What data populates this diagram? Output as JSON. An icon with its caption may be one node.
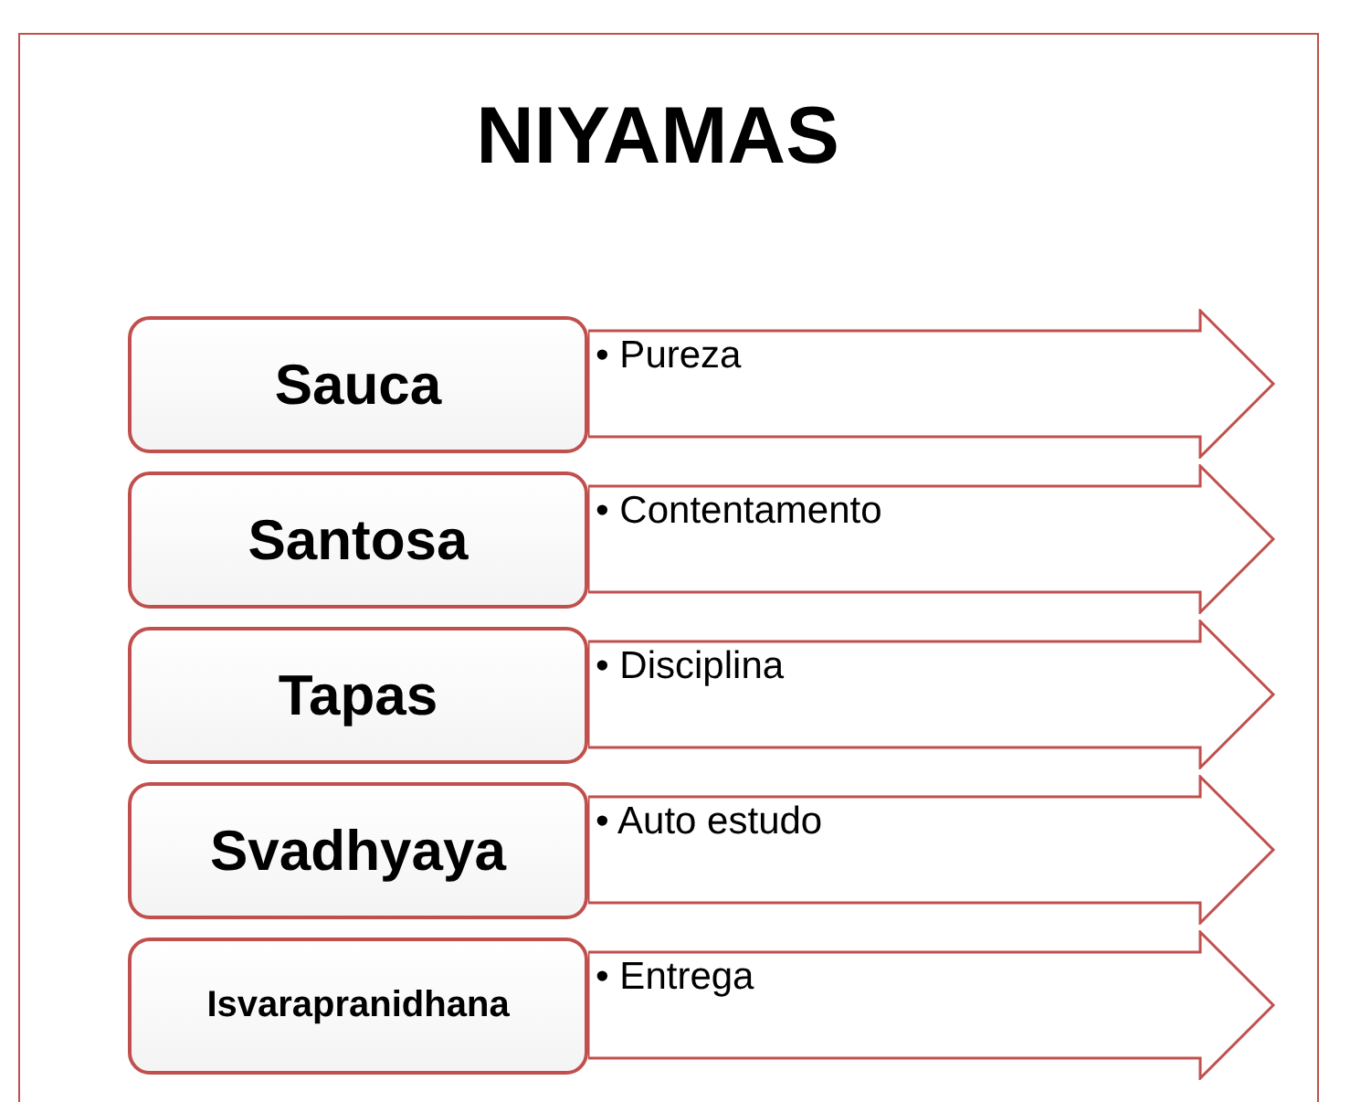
{
  "diagram": {
    "title": "NIYAMAS",
    "nodes": [
      {
        "text": [
          "Sauca"
        ]
      },
      {
        "text": [
          "• Pureza"
        ]
      },
      {
        "text": [
          "Santosa"
        ]
      },
      {
        "text": [
          "• Contentamento"
        ]
      },
      {
        "text": [
          "Tapas"
        ]
      },
      {
        "text": [
          "• Disciplina"
        ]
      },
      {
        "text": [
          "Svadhyaya"
        ]
      },
      {
        "text": [
          "• Auto estudo"
        ]
      },
      {
        "text": [
          "Isvarapranidhana"
        ]
      },
      {
        "text": [
          "• Entrega"
        ]
      }
    ]
  }
}
